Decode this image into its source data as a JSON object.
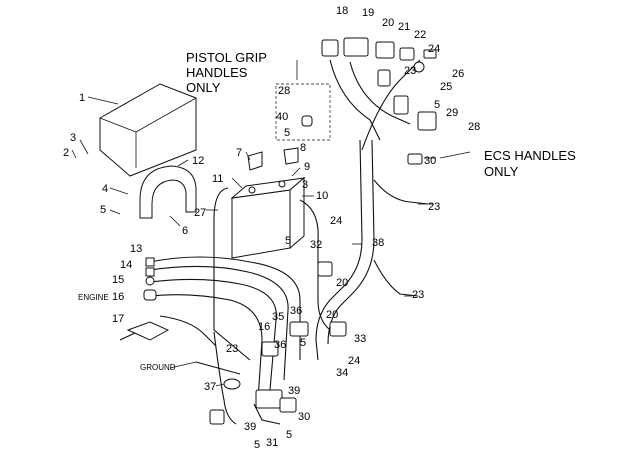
{
  "notes": {
    "pistol_grip": [
      "PISTOL GRIP",
      "HANDLES",
      "ONLY"
    ],
    "ecs": [
      "ECS HANDLES",
      "ONLY"
    ],
    "engine": "ENGINE",
    "ground": "GROUND"
  },
  "callouts": {
    "c1": "1",
    "c2": "2",
    "c3a": "3",
    "c3b": "3",
    "c4": "4",
    "c5a": "5",
    "c5b": "5",
    "c5c": "5",
    "c5d": "5",
    "c5e": "5",
    "c5f": "5",
    "c5g": "5",
    "c6": "6",
    "c7": "7",
    "c8": "8",
    "c9": "9",
    "c10": "10",
    "c11": "11",
    "c12": "12",
    "c13": "13",
    "c14": "14",
    "c15": "15",
    "c16a": "16",
    "c16b": "16",
    "c17": "17",
    "c18": "18",
    "c19": "19",
    "c20a": "20",
    "c20b": "20",
    "c20c": "20",
    "c21": "21",
    "c22": "22",
    "c23a": "23",
    "c23b": "23",
    "c23c": "23",
    "c23d": "23",
    "c24a": "24",
    "c24b": "24",
    "c24c": "24",
    "c25": "25",
    "c26": "26",
    "c27": "27",
    "c28a": "28",
    "c28b": "28",
    "c29": "29",
    "c30a": "30",
    "c30b": "30",
    "c31": "31",
    "c32": "32",
    "c33": "33",
    "c34": "34",
    "c35": "35",
    "c36a": "36",
    "c36b": "36",
    "c37": "37",
    "c38": "38",
    "c39a": "39",
    "c39b": "39",
    "c40": "40"
  }
}
